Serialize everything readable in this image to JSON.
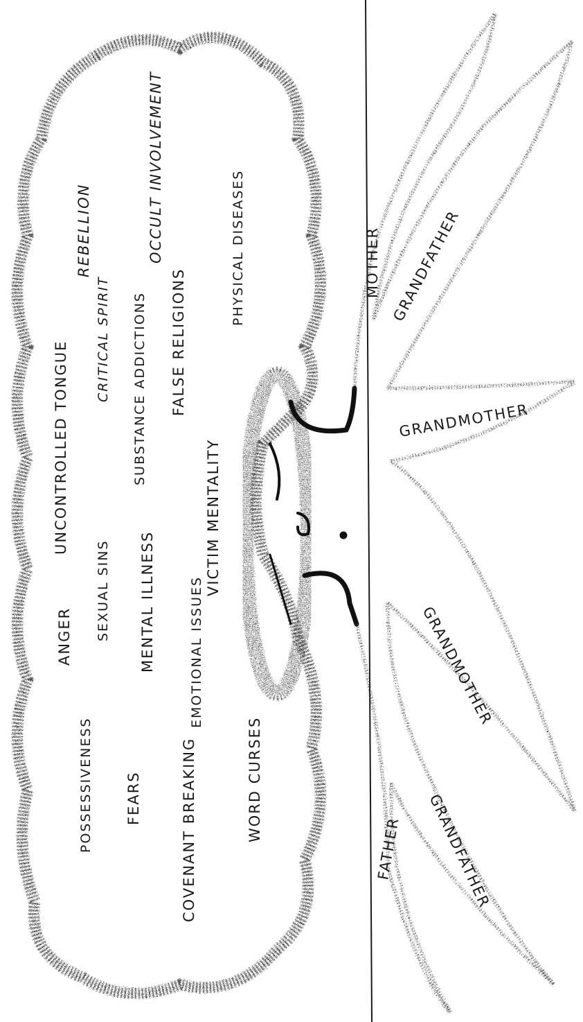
{
  "colors": {
    "ink": "#1a1a1a",
    "stipple": "#3a3a3a",
    "paper": "#ffffff"
  },
  "canopy_issues": [
    {
      "id": "rebellion",
      "text": "REBELLION"
    },
    {
      "id": "occult",
      "text": "OCCULT INVOLVEMENT"
    },
    {
      "id": "uncontrolled",
      "text": "UNCONTROLLED TONGUE"
    },
    {
      "id": "critical",
      "text": "CRITICAL SPIRIT"
    },
    {
      "id": "substance",
      "text": "SUBSTANCE ADDICTIONS"
    },
    {
      "id": "false",
      "text": "FALSE RELIGIONS"
    },
    {
      "id": "physical",
      "text": "PHYSICAL DISEASES"
    },
    {
      "id": "anger",
      "text": "ANGER"
    },
    {
      "id": "sexual",
      "text": "SEXUAL SINS"
    },
    {
      "id": "mental",
      "text": "MENTAL ILLNESS"
    },
    {
      "id": "emotional",
      "text": "EMOTIONAL ISSUES"
    },
    {
      "id": "victim",
      "text": "VICTIM MENTALITY"
    },
    {
      "id": "possessive",
      "text": "POSSESSIVENESS"
    },
    {
      "id": "fears",
      "text": "FEARS"
    },
    {
      "id": "covenant",
      "text": "COVENANT BREAKING"
    },
    {
      "id": "word",
      "text": "WORD CURSES"
    }
  ],
  "roots": {
    "mother": "MOTHER",
    "grandfather_top": "GRANDFATHER",
    "grandmother_top": "GRANDMOTHER",
    "grandmother_bottom": "GRANDMOTHER",
    "father": "FATHER",
    "grandfather_bottom": "GRANDFATHER"
  }
}
